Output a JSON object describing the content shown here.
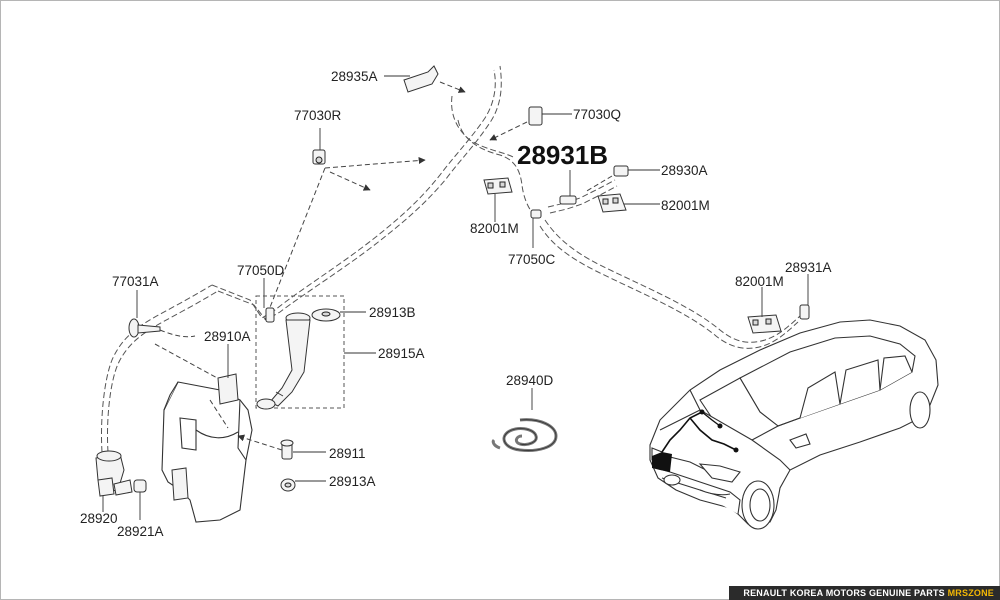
{
  "labels": {
    "l28935A": "28935A",
    "l77030R": "77030R",
    "l77030Q": "77030Q",
    "l28931B": "28931B",
    "l28930A": "28930A",
    "l82001M_a": "82001M",
    "l82001M_b": "82001M",
    "l82001M_c": "82001M",
    "l77050C": "77050C",
    "l28931A": "28931A",
    "l77050D": "77050D",
    "l77031A": "77031A",
    "l28913B": "28913B",
    "l28910A": "28910A",
    "l28915A": "28915A",
    "l28940D": "28940D",
    "l28911": "28911",
    "l28913A": "28913A",
    "l28920": "28920",
    "l28921A": "28921A"
  },
  "footer": {
    "text": "RENAULT KOREA MOTORS GENUINE PARTS ",
    "brand": "MRSZONE"
  },
  "colors": {
    "line": "#333333",
    "footer_bg": "#2b2b2b",
    "footer_brand": "#f2b705"
  }
}
